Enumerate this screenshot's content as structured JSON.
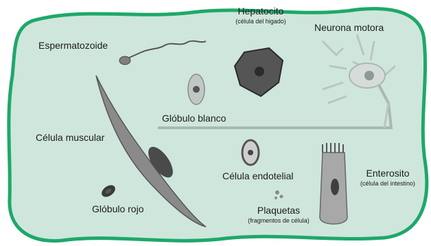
{
  "labels": {
    "espermatozoide": "Espermatozoide",
    "hepatocito": "Hepatocito",
    "hepatocito_sub": "(célula del higado)",
    "neurona": "Neurona motora",
    "globulo_blanco": "Glóbulo blanco",
    "celula_muscular": "Célula muscular",
    "celula_endotelial": "Célula endotelial",
    "enterosito": "Enterosito",
    "enterosito_sub": "(célula del intestino)",
    "globulo_rojo": "Glóbulo rojo",
    "plaquetas": "Plaquetas",
    "plaquetas_sub": "(fragmentos de célula)"
  },
  "colors": {
    "panel_fill": "#cfe6dc",
    "panel_border": "#1ea86a",
    "cell_dark": "#3a3a3a",
    "cell_mid": "#8a8a8a",
    "cell_light": "#c8c8c8"
  }
}
